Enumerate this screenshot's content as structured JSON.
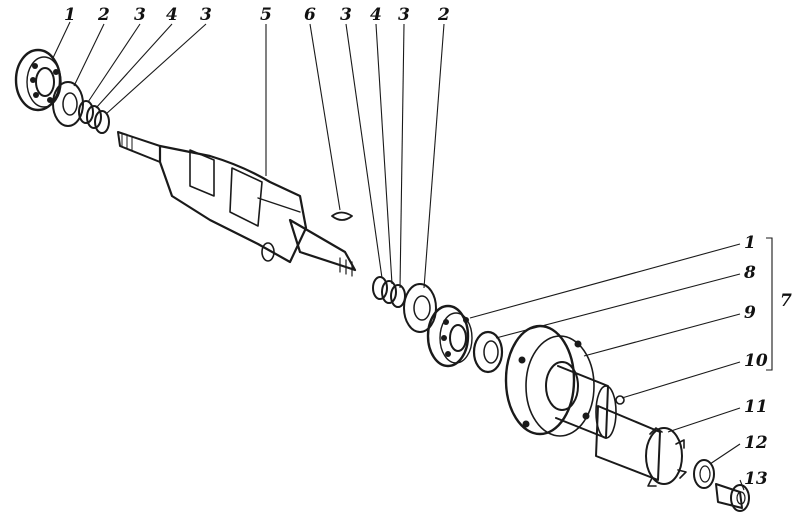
{
  "callouts": {
    "c1a": "1",
    "c2a": "2",
    "c3a": "3",
    "c4a": "4",
    "c3b": "3",
    "c5": "5",
    "c6": "6",
    "c3c": "3",
    "c4b": "4",
    "c3d": "3",
    "c2b": "2",
    "c1b": "1",
    "c8": "8",
    "c9": "9",
    "c10": "10",
    "c11": "11",
    "c12": "12",
    "c13": "13",
    "c7": "7"
  },
  "colors": {
    "ink": "#1a1a1a",
    "hatch": "#555555",
    "background": "#ffffff"
  }
}
